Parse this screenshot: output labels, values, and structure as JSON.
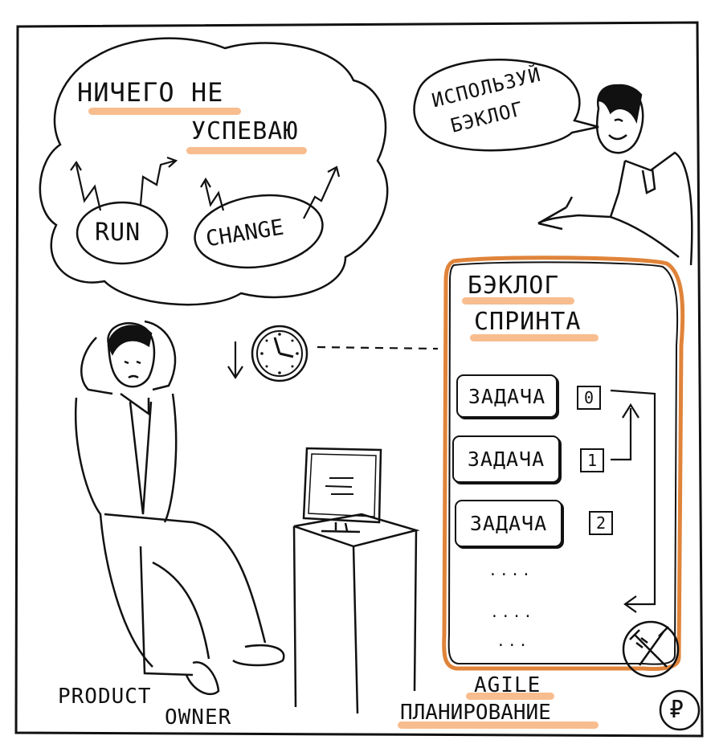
{
  "thought_bubble": {
    "line1": "НИЧЕГО НЕ",
    "line2": "УСПЕВАЮ",
    "run_label": "RUN",
    "change_label": "CHANGE"
  },
  "speech_bubble": {
    "line1": "ИСПОЛЬЗУЙ",
    "line2": "БЭКЛОГ"
  },
  "backlog_board": {
    "title_line1": "БЭКЛОГ",
    "title_line2": "СПРИНТА",
    "tasks": [
      {
        "label": "ЗАДАЧА",
        "priority": "0"
      },
      {
        "label": "ЗАДАЧА",
        "priority": "1"
      },
      {
        "label": "ЗАДАЧА",
        "priority": "2"
      }
    ],
    "ellipsis": [
      "....",
      "....",
      "..."
    ]
  },
  "captions": {
    "product": "PRODUCT",
    "owner": "OWNER",
    "agile": "AGILE",
    "planning": "ПЛАНИРОВАНИЕ"
  },
  "logo": {
    "symbol": "₽"
  },
  "colors": {
    "highlight": "#f7b27a",
    "board_border": "#e0843a",
    "ink": "#111111"
  },
  "icons": [
    "clock-icon",
    "monitor-icon",
    "tools-icon",
    "ruble-logo-icon",
    "arrow-icon"
  ]
}
